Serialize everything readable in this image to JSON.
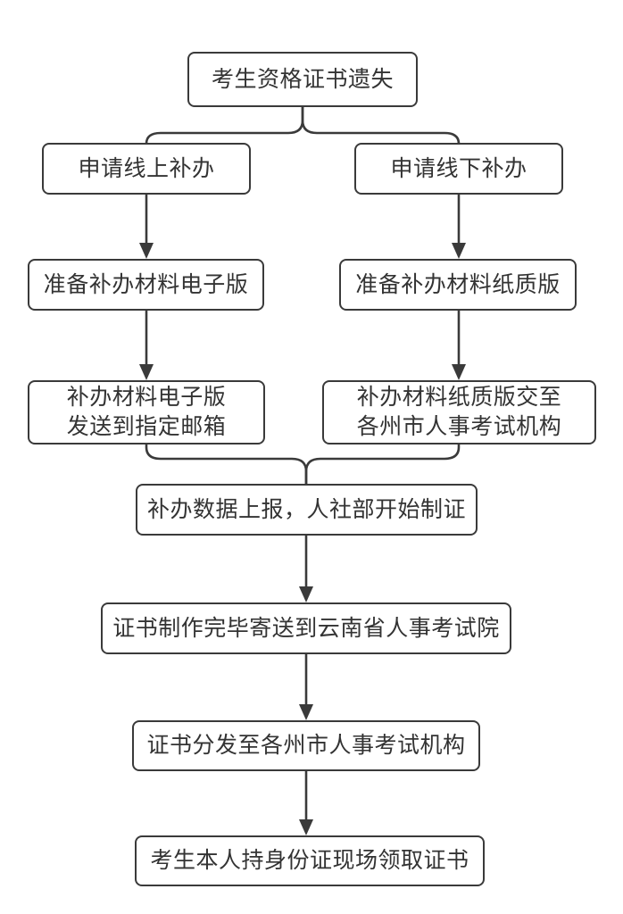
{
  "diagram": {
    "type": "flowchart",
    "colors": {
      "background": "#ffffff",
      "stroke": "#3a3a3a",
      "text": "#333333"
    },
    "nodes": [
      {
        "id": "certificate-lost",
        "lines": [
          "考生资格证书遗失"
        ]
      },
      {
        "id": "apply-online",
        "lines": [
          "申请线上补办"
        ]
      },
      {
        "id": "apply-offline",
        "lines": [
          "申请线下补办"
        ]
      },
      {
        "id": "prepare-electronic",
        "lines": [
          "准备补办材料电子版"
        ]
      },
      {
        "id": "prepare-paper",
        "lines": [
          "准备补办材料纸质版"
        ]
      },
      {
        "id": "send-to-email",
        "lines": [
          "补办材料电子版",
          "发送到指定邮箱"
        ]
      },
      {
        "id": "submit-to-agency",
        "lines": [
          "补办材料纸质版交至",
          "各州市人事考试机构"
        ]
      },
      {
        "id": "data-report",
        "lines": [
          "补办数据上报，人社部开始制证"
        ]
      },
      {
        "id": "certificate-made",
        "lines": [
          "证书制作完毕寄送到云南省人事考试院"
        ]
      },
      {
        "id": "certificate-distributed",
        "lines": [
          "证书分发至各州市人事考试机构"
        ]
      },
      {
        "id": "onsite-pickup",
        "lines": [
          "考生本人持身份证现场领取证书"
        ]
      }
    ],
    "edges": [
      {
        "from": "certificate-lost",
        "to": "apply-online",
        "style": "brace-split"
      },
      {
        "from": "certificate-lost",
        "to": "apply-offline",
        "style": "brace-split"
      },
      {
        "from": "apply-online",
        "to": "prepare-electronic",
        "style": "arrow"
      },
      {
        "from": "apply-offline",
        "to": "prepare-paper",
        "style": "arrow"
      },
      {
        "from": "prepare-electronic",
        "to": "send-to-email",
        "style": "arrow"
      },
      {
        "from": "prepare-paper",
        "to": "submit-to-agency",
        "style": "arrow"
      },
      {
        "from": "send-to-email",
        "to": "data-report",
        "style": "brace-merge"
      },
      {
        "from": "submit-to-agency",
        "to": "data-report",
        "style": "brace-merge"
      },
      {
        "from": "data-report",
        "to": "certificate-made",
        "style": "arrow"
      },
      {
        "from": "certificate-made",
        "to": "certificate-distributed",
        "style": "arrow"
      },
      {
        "from": "certificate-distributed",
        "to": "onsite-pickup",
        "style": "arrow"
      }
    ]
  }
}
